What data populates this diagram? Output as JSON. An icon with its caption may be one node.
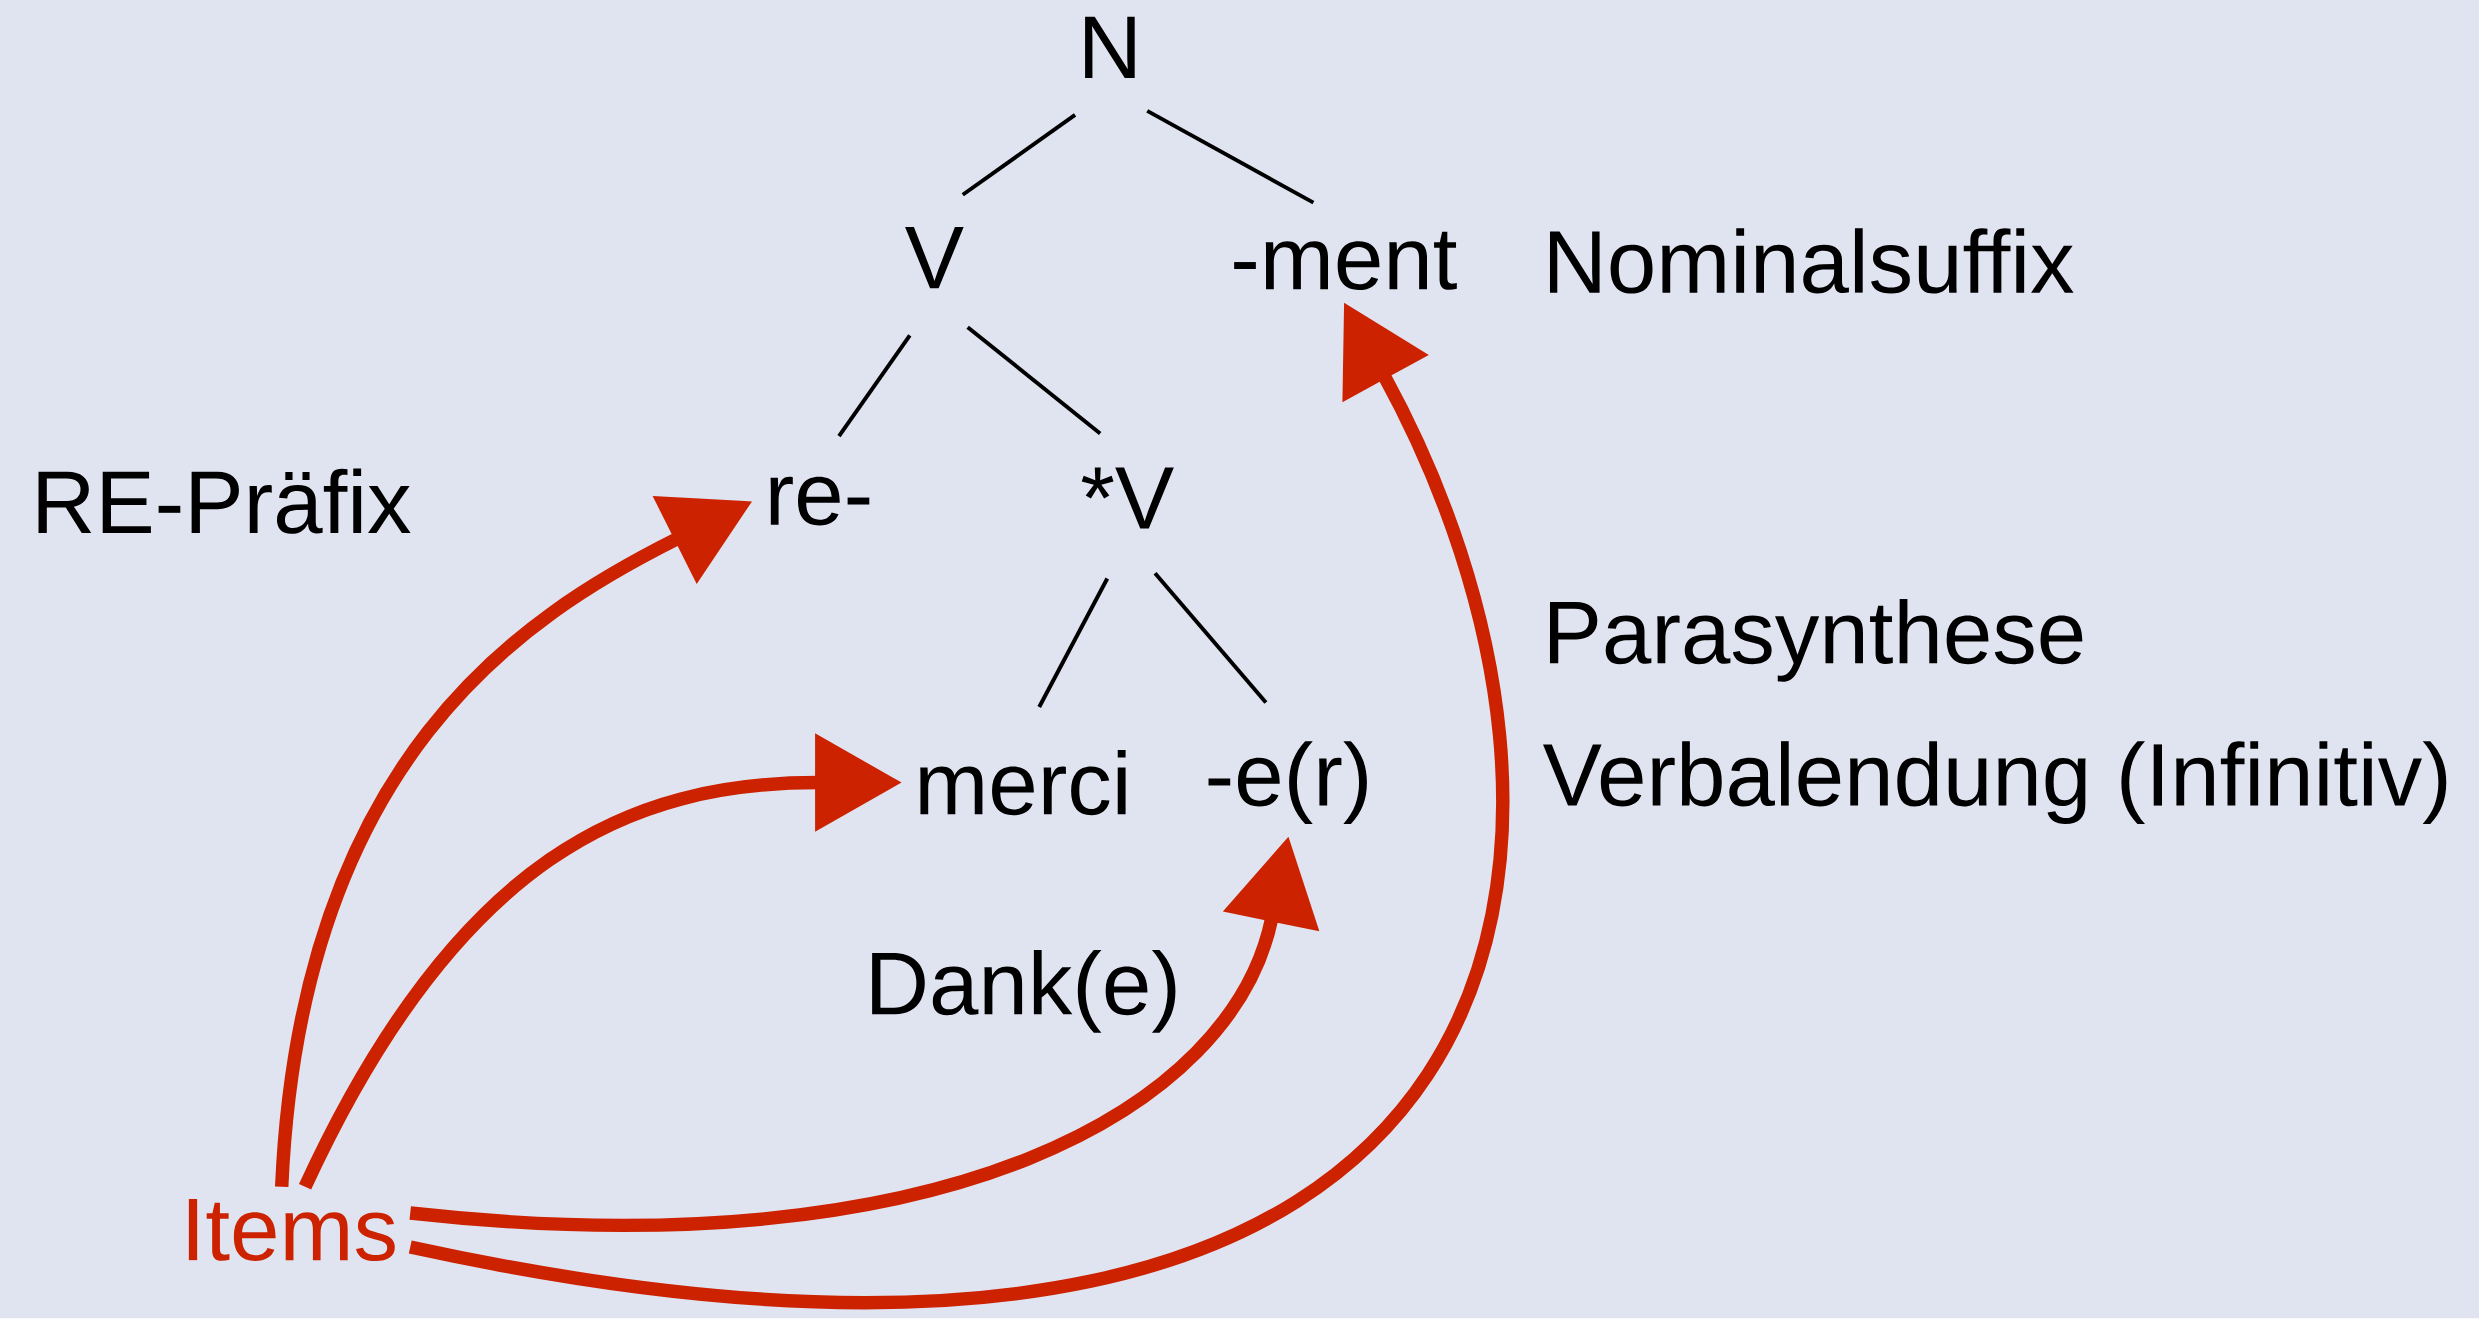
{
  "diagram": {
    "nodes": [
      {
        "text": [
          "N"
        ]
      },
      {
        "text": [
          "V"
        ]
      },
      {
        "text": [
          "-ment"
        ]
      },
      {
        "text": [
          "re-"
        ]
      },
      {
        "text": [
          "*V"
        ]
      },
      {
        "text": [
          "merci"
        ]
      },
      {
        "text": [
          "-e(r)"
        ]
      },
      {
        "text": [
          "Items"
        ]
      }
    ],
    "edges": [
      {
        "from": 0,
        "to": 1,
        "arrow": "none"
      },
      {
        "from": 0,
        "to": 2,
        "arrow": "none"
      },
      {
        "from": 1,
        "to": 3,
        "arrow": "none"
      },
      {
        "from": 1,
        "to": 4,
        "arrow": "none"
      },
      {
        "from": 4,
        "to": 5,
        "arrow": "none"
      },
      {
        "from": 4,
        "to": 6,
        "arrow": "none"
      },
      {
        "from": 7,
        "to": 3,
        "arrow": "to",
        "style": "thick",
        "color": "#cc2200"
      },
      {
        "from": 7,
        "to": 5,
        "arrow": "to",
        "style": "thick",
        "color": "#cc2200"
      },
      {
        "from": 7,
        "to": 6,
        "arrow": "to",
        "style": "thick",
        "color": "#cc2200"
      },
      {
        "from": 7,
        "to": 2,
        "arrow": "to",
        "style": "thick",
        "color": "#cc2200"
      }
    ],
    "labels": [
      "Nominalsuffix",
      "RE-Präfix",
      "Parasynthese",
      "Verbalendung (Infinitiv)",
      "Dank(e)"
    ]
  }
}
